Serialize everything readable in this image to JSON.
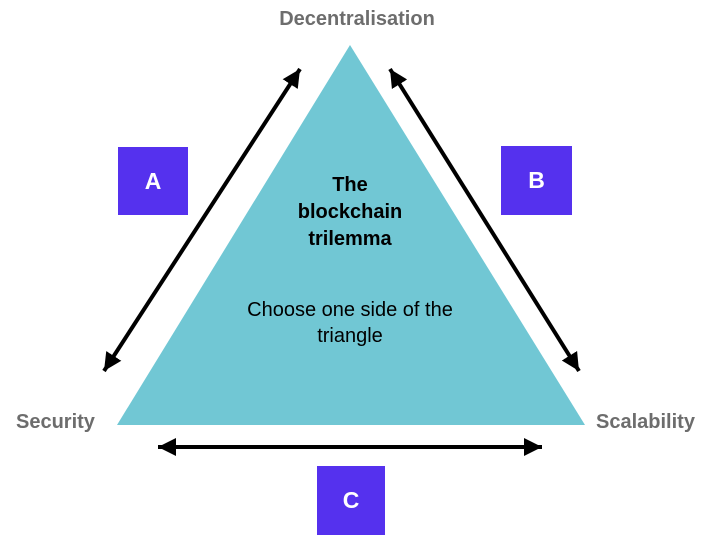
{
  "diagram": {
    "vertices": {
      "top": "Decentralisation",
      "bottom_left": "Security",
      "bottom_right": "Scalability"
    },
    "center": {
      "title_lines": [
        "The",
        "blockchain",
        "trilemma"
      ],
      "subtitle_lines": [
        "Choose one side of the",
        "triangle"
      ]
    },
    "side_labels": {
      "left": "A",
      "right": "B",
      "bottom": "C"
    },
    "colors": {
      "background": "#FFFFFF",
      "triangle_fill": "#71C7D4",
      "side_box_fill": "#5531EE",
      "side_box_text": "#FFFFFF",
      "vertex_label_text": "#6D6D6D",
      "arrow": "#000000",
      "center_text": "#000000"
    }
  }
}
